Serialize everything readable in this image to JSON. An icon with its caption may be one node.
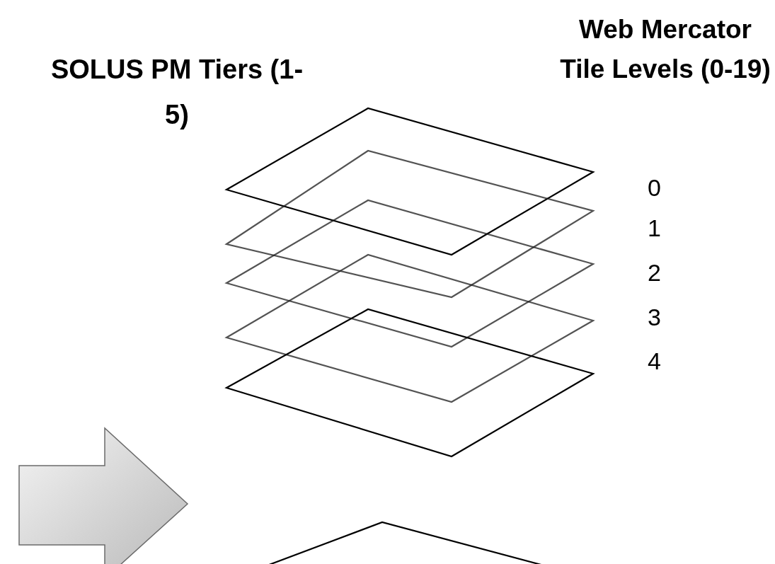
{
  "diagram": {
    "labels": [
      "SOLUS PM Tiers (1-5)",
      "Web Mercator Tile Levels (0-19)",
      "0",
      "1",
      "2",
      "3",
      "4"
    ]
  }
}
